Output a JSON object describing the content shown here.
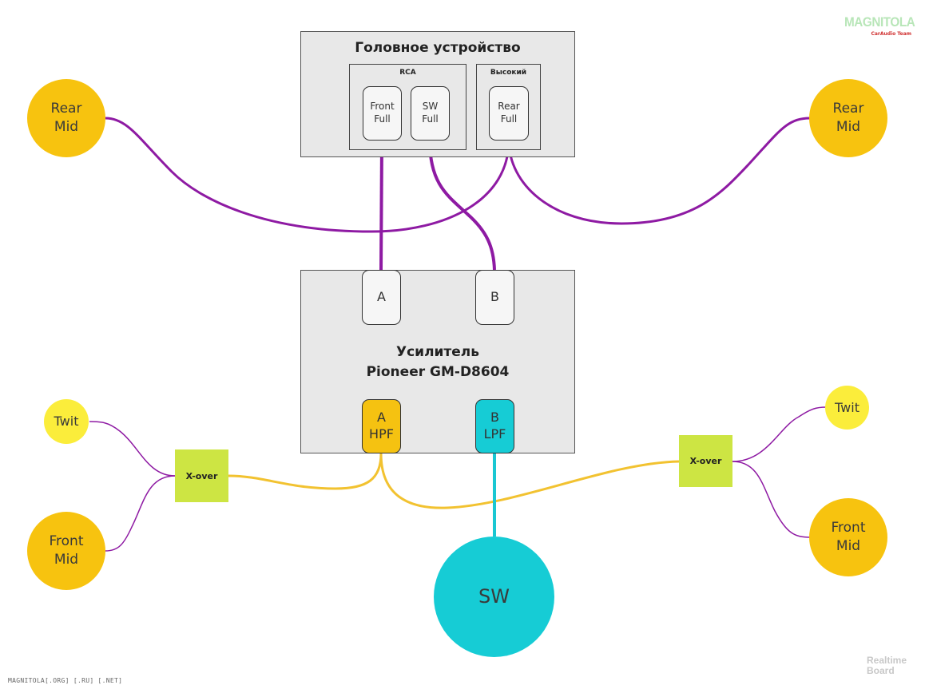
{
  "head_unit": {
    "title": "Головное устройство",
    "rca_group": "RCA",
    "high_group": "Высокий",
    "ports": {
      "front": [
        "Front",
        "Full"
      ],
      "sw": [
        "SW",
        "Full"
      ],
      "rear": [
        "Rear",
        "Full"
      ]
    }
  },
  "amplifier": {
    "title_line1": "Усилитель",
    "title_line2": "Pioneer GM-D8604",
    "input_a": "A",
    "input_b": "B",
    "output_a": [
      "A",
      "HPF"
    ],
    "output_b": [
      "B",
      "LPF"
    ]
  },
  "speakers": {
    "rear_mid_left": [
      "Rear",
      "Mid"
    ],
    "rear_mid_right": [
      "Rear",
      "Mid"
    ],
    "twit_left": "Twit",
    "twit_right": "Twit",
    "front_mid_left": [
      "Front",
      "Mid"
    ],
    "front_mid_right": [
      "Front",
      "Mid"
    ],
    "sw": "SW"
  },
  "xover_left": "X-over",
  "xover_right": "X-over",
  "logo": {
    "main": "MAGNITOLA",
    "sub": "CarAudio Team"
  },
  "footer": "MAGNITOLA[.ORG] [.RU] [.NET]",
  "watermark": [
    "Realtime",
    "Board"
  ],
  "colors": {
    "purple_wire": "#8e1aa3",
    "yellow_wire": "#f2c230",
    "cyan_wire": "#19c7d2",
    "speaker_orange": "#f7c30f",
    "twit_yellow": "#fbed3b",
    "sw_cyan": "#16ccd5",
    "xover_green": "#cde543"
  }
}
